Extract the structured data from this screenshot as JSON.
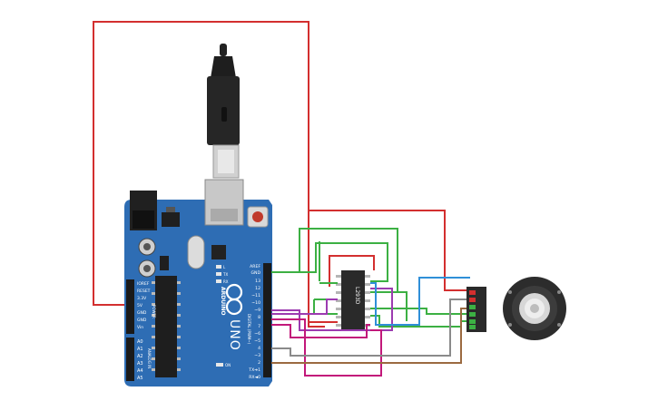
{
  "board": {
    "power_labels": [
      "IOREF",
      "RESET",
      "3.3V",
      "5V",
      "GND",
      "GND",
      "Vin"
    ],
    "power_header": "POWER",
    "analog_labels": [
      "A0",
      "A1",
      "A2",
      "A3",
      "A4",
      "A5"
    ],
    "analog_header": "ANALOG IN",
    "digital_labels": [
      "AREF",
      "GND",
      "13",
      "12",
      "~11",
      "~10",
      "~9",
      "8",
      "7",
      "~6",
      "~5",
      "4",
      "~3",
      "2",
      "TX➔1",
      "RX◄0"
    ],
    "digital_header": "DIGITAL (PWM~)",
    "brand": "ARDUINO",
    "model": "UNO",
    "on_label": "ON",
    "led_labels": [
      "L",
      "TX",
      "RX"
    ]
  },
  "chip": {
    "label": "L293D"
  },
  "colors": {
    "board": "#2e6db4",
    "red": "#d32f2f",
    "green": "#3cb043",
    "purple": "#9c3bb0",
    "magenta": "#c2187a",
    "blue": "#2f8fd8",
    "grey": "#8a8a8a",
    "brown": "#9b6a40"
  },
  "icons": [
    "usb-cable-icon",
    "power-jack-icon",
    "reset-button-icon",
    "stepper-motor-icon"
  ]
}
